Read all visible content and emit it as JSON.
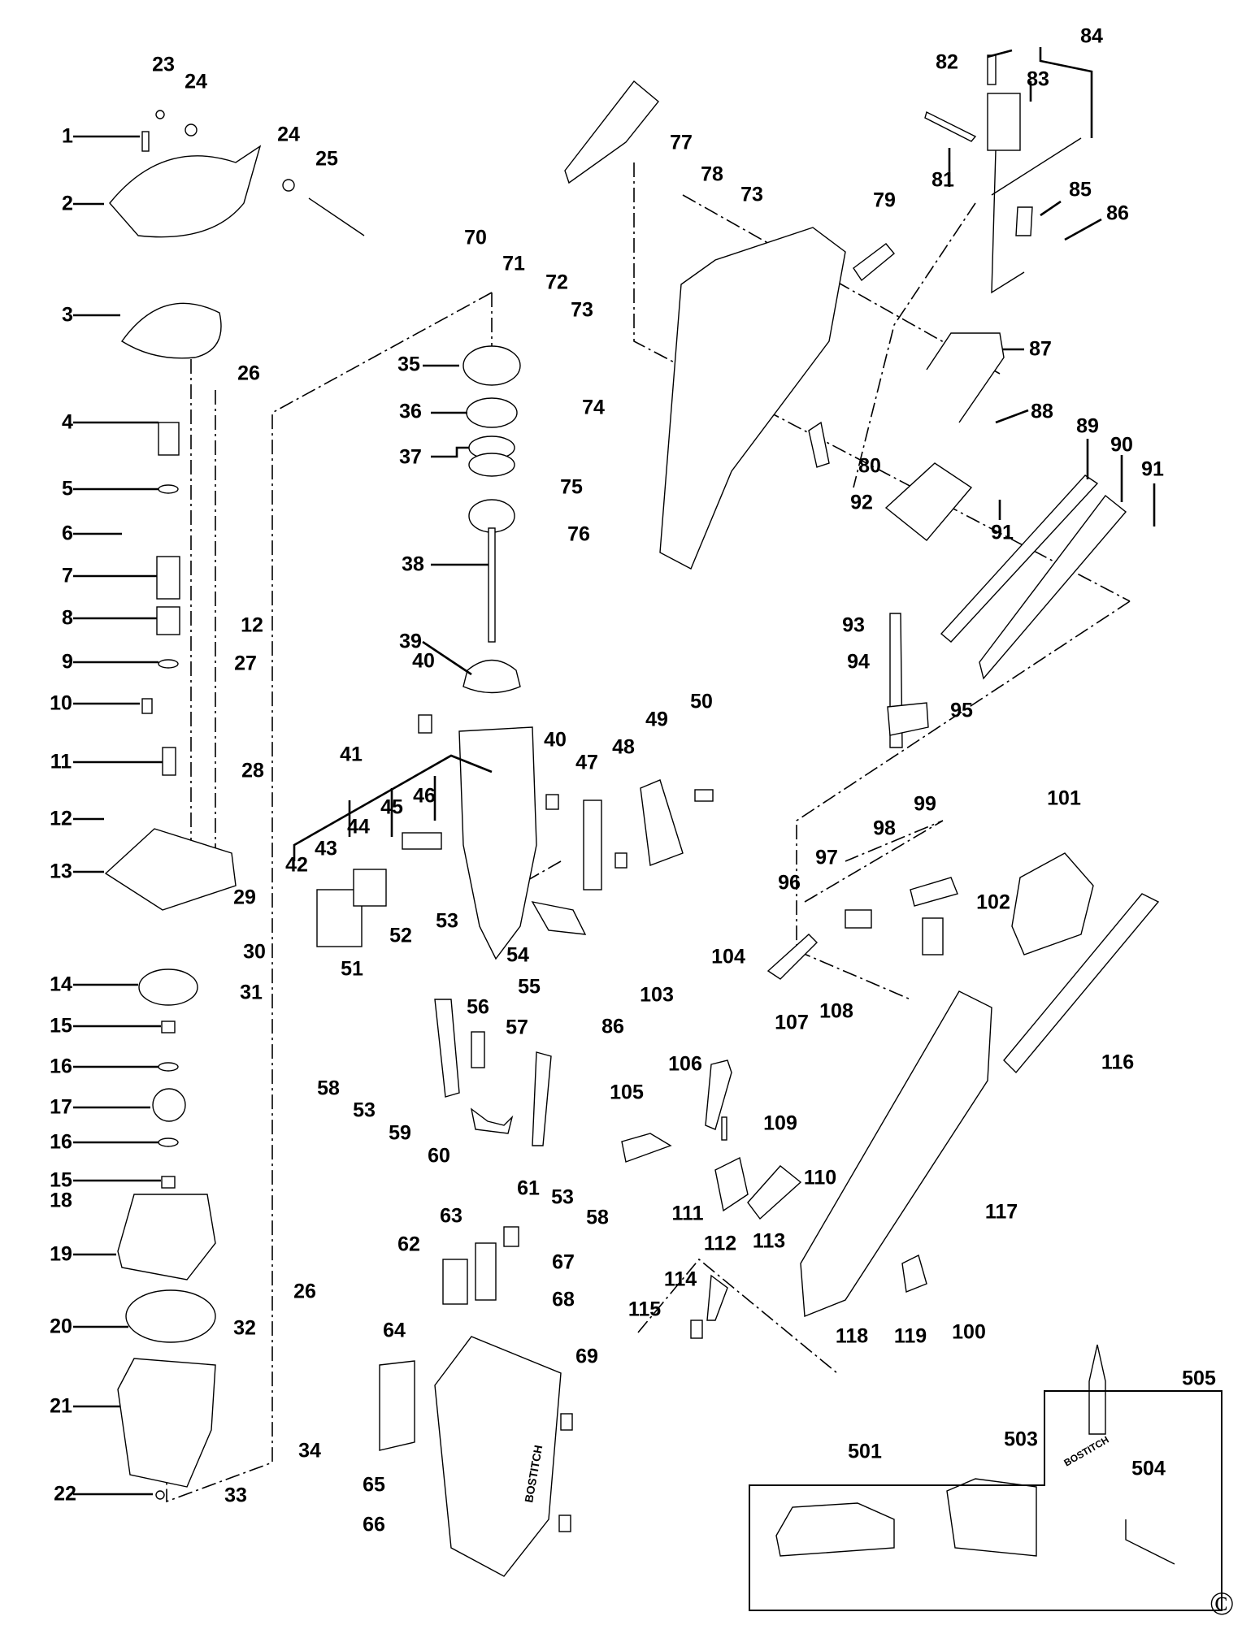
{
  "title": "Exploded parts diagram - cordless framing nailer",
  "brand_marks": [
    "BOSTITCH"
  ],
  "copyright_symbol": "©",
  "callouts": [
    {
      "id": "c1",
      "label": "1"
    },
    {
      "id": "c2",
      "label": "2"
    },
    {
      "id": "c3",
      "label": "3"
    },
    {
      "id": "c4",
      "label": "4"
    },
    {
      "id": "c5",
      "label": "5"
    },
    {
      "id": "c6",
      "label": "6"
    },
    {
      "id": "c7",
      "label": "7"
    },
    {
      "id": "c8",
      "label": "8"
    },
    {
      "id": "c9",
      "label": "9"
    },
    {
      "id": "c10",
      "label": "10"
    },
    {
      "id": "c11",
      "label": "11"
    },
    {
      "id": "c12a",
      "label": "12"
    },
    {
      "id": "c12b",
      "label": "12"
    },
    {
      "id": "c13",
      "label": "13"
    },
    {
      "id": "c14",
      "label": "14"
    },
    {
      "id": "c15a",
      "label": "15"
    },
    {
      "id": "c15b",
      "label": "15"
    },
    {
      "id": "c16a",
      "label": "16"
    },
    {
      "id": "c16b",
      "label": "16"
    },
    {
      "id": "c17",
      "label": "17"
    },
    {
      "id": "c18",
      "label": "18"
    },
    {
      "id": "c19",
      "label": "19"
    },
    {
      "id": "c20",
      "label": "20"
    },
    {
      "id": "c21",
      "label": "21"
    },
    {
      "id": "c22",
      "label": "22"
    },
    {
      "id": "c23",
      "label": "23"
    },
    {
      "id": "c24a",
      "label": "24"
    },
    {
      "id": "c24b",
      "label": "24"
    },
    {
      "id": "c25",
      "label": "25"
    },
    {
      "id": "c26a",
      "label": "26"
    },
    {
      "id": "c26b",
      "label": "26"
    },
    {
      "id": "c27",
      "label": "27"
    },
    {
      "id": "c28",
      "label": "28"
    },
    {
      "id": "c29",
      "label": "29"
    },
    {
      "id": "c30",
      "label": "30"
    },
    {
      "id": "c31",
      "label": "31"
    },
    {
      "id": "c32",
      "label": "32"
    },
    {
      "id": "c33",
      "label": "33"
    },
    {
      "id": "c34",
      "label": "34"
    },
    {
      "id": "c35",
      "label": "35"
    },
    {
      "id": "c36",
      "label": "36"
    },
    {
      "id": "c37",
      "label": "37"
    },
    {
      "id": "c38",
      "label": "38"
    },
    {
      "id": "c39",
      "label": "39"
    },
    {
      "id": "c40a",
      "label": "40"
    },
    {
      "id": "c40b",
      "label": "40"
    },
    {
      "id": "c41",
      "label": "41"
    },
    {
      "id": "c42",
      "label": "42"
    },
    {
      "id": "c43",
      "label": "43"
    },
    {
      "id": "c44",
      "label": "44"
    },
    {
      "id": "c45",
      "label": "45"
    },
    {
      "id": "c46",
      "label": "46"
    },
    {
      "id": "c47",
      "label": "47"
    },
    {
      "id": "c48",
      "label": "48"
    },
    {
      "id": "c49",
      "label": "49"
    },
    {
      "id": "c50",
      "label": "50"
    },
    {
      "id": "c51",
      "label": "51"
    },
    {
      "id": "c52",
      "label": "52"
    },
    {
      "id": "c53a",
      "label": "53"
    },
    {
      "id": "c53b",
      "label": "53"
    },
    {
      "id": "c53c",
      "label": "53"
    },
    {
      "id": "c54",
      "label": "54"
    },
    {
      "id": "c55",
      "label": "55"
    },
    {
      "id": "c56",
      "label": "56"
    },
    {
      "id": "c57",
      "label": "57"
    },
    {
      "id": "c58a",
      "label": "58"
    },
    {
      "id": "c58b",
      "label": "58"
    },
    {
      "id": "c59",
      "label": "59"
    },
    {
      "id": "c60",
      "label": "60"
    },
    {
      "id": "c61",
      "label": "61"
    },
    {
      "id": "c62",
      "label": "62"
    },
    {
      "id": "c63",
      "label": "63"
    },
    {
      "id": "c64",
      "label": "64"
    },
    {
      "id": "c65",
      "label": "65"
    },
    {
      "id": "c66",
      "label": "66"
    },
    {
      "id": "c67",
      "label": "67"
    },
    {
      "id": "c68",
      "label": "68"
    },
    {
      "id": "c69",
      "label": "69"
    },
    {
      "id": "c70",
      "label": "70"
    },
    {
      "id": "c71",
      "label": "71"
    },
    {
      "id": "c72",
      "label": "72"
    },
    {
      "id": "c73a",
      "label": "73"
    },
    {
      "id": "c73b",
      "label": "73"
    },
    {
      "id": "c74",
      "label": "74"
    },
    {
      "id": "c75",
      "label": "75"
    },
    {
      "id": "c76",
      "label": "76"
    },
    {
      "id": "c77",
      "label": "77"
    },
    {
      "id": "c78",
      "label": "78"
    },
    {
      "id": "c79",
      "label": "79"
    },
    {
      "id": "c80",
      "label": "80"
    },
    {
      "id": "c81",
      "label": "81"
    },
    {
      "id": "c82",
      "label": "82"
    },
    {
      "id": "c83",
      "label": "83"
    },
    {
      "id": "c84",
      "label": "84"
    },
    {
      "id": "c85",
      "label": "85"
    },
    {
      "id": "c86a",
      "label": "86"
    },
    {
      "id": "c86b",
      "label": "86"
    },
    {
      "id": "c87",
      "label": "87"
    },
    {
      "id": "c88",
      "label": "88"
    },
    {
      "id": "c89",
      "label": "89"
    },
    {
      "id": "c90",
      "label": "90"
    },
    {
      "id": "c91a",
      "label": "91"
    },
    {
      "id": "c91b",
      "label": "91"
    },
    {
      "id": "c92",
      "label": "92"
    },
    {
      "id": "c93",
      "label": "93"
    },
    {
      "id": "c94",
      "label": "94"
    },
    {
      "id": "c95",
      "label": "95"
    },
    {
      "id": "c96",
      "label": "96"
    },
    {
      "id": "c97",
      "label": "97"
    },
    {
      "id": "c98",
      "label": "98"
    },
    {
      "id": "c99",
      "label": "99"
    },
    {
      "id": "c100",
      "label": "100"
    },
    {
      "id": "c101",
      "label": "101"
    },
    {
      "id": "c102",
      "label": "102"
    },
    {
      "id": "c103",
      "label": "103"
    },
    {
      "id": "c104",
      "label": "104"
    },
    {
      "id": "c105",
      "label": "105"
    },
    {
      "id": "c106",
      "label": "106"
    },
    {
      "id": "c107",
      "label": "107"
    },
    {
      "id": "c108",
      "label": "108"
    },
    {
      "id": "c109",
      "label": "109"
    },
    {
      "id": "c110",
      "label": "110"
    },
    {
      "id": "c111",
      "label": "111"
    },
    {
      "id": "c112",
      "label": "112"
    },
    {
      "id": "c113",
      "label": "113"
    },
    {
      "id": "c114",
      "label": "114"
    },
    {
      "id": "c115",
      "label": "115"
    },
    {
      "id": "c116",
      "label": "116"
    },
    {
      "id": "c117",
      "label": "117"
    },
    {
      "id": "c118",
      "label": "118"
    },
    {
      "id": "c119",
      "label": "119"
    },
    {
      "id": "c501",
      "label": "501"
    },
    {
      "id": "c503",
      "label": "503"
    },
    {
      "id": "c504",
      "label": "504"
    },
    {
      "id": "c505",
      "label": "505"
    }
  ],
  "accessory_box": {
    "items": [
      "501",
      "503",
      "504",
      "505"
    ]
  }
}
